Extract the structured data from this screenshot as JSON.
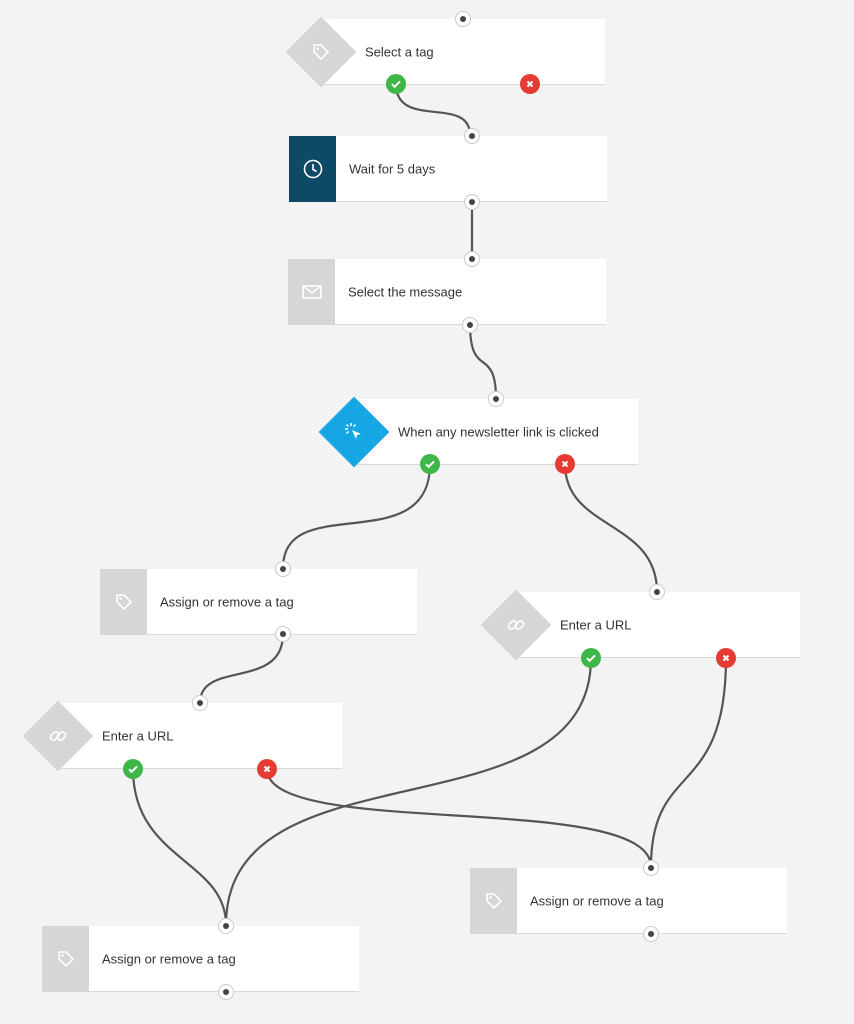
{
  "workflow": {
    "nodes": [
      {
        "id": "select-tag",
        "label": "Select a tag",
        "icon": "tag-icon",
        "shape": "diamond",
        "color": "#d6d6d6"
      },
      {
        "id": "wait",
        "label": "Wait for 5 days",
        "icon": "clock-icon",
        "shape": "square",
        "color": "#0e4a66"
      },
      {
        "id": "select-message",
        "label": "Select the message",
        "icon": "envelope-icon",
        "shape": "square",
        "color": "#d6d6d6"
      },
      {
        "id": "link-clicked",
        "label": "When any newsletter link is clicked",
        "icon": "cursor-click-icon",
        "shape": "diamond",
        "color": "#15a6e3"
      },
      {
        "id": "assign-tag-1",
        "label": "Assign or remove a tag",
        "icon": "tag-icon",
        "shape": "square",
        "color": "#d6d6d6"
      },
      {
        "id": "enter-url-right",
        "label": "Enter a URL",
        "icon": "link-icon",
        "shape": "diamond",
        "color": "#d6d6d6"
      },
      {
        "id": "enter-url-left",
        "label": "Enter a URL",
        "icon": "link-icon",
        "shape": "diamond",
        "color": "#d6d6d6"
      },
      {
        "id": "assign-tag-right",
        "label": "Assign or remove a tag",
        "icon": "tag-icon",
        "shape": "square",
        "color": "#d6d6d6"
      },
      {
        "id": "assign-tag-bottom",
        "label": "Assign or remove a tag",
        "icon": "tag-icon",
        "shape": "square",
        "color": "#d6d6d6"
      }
    ],
    "connections": [
      {
        "from": "select-tag",
        "branch": "yes",
        "to": "wait"
      },
      {
        "from": "wait",
        "branch": "next",
        "to": "select-message"
      },
      {
        "from": "select-message",
        "branch": "next",
        "to": "link-clicked"
      },
      {
        "from": "link-clicked",
        "branch": "yes",
        "to": "assign-tag-1"
      },
      {
        "from": "link-clicked",
        "branch": "no",
        "to": "enter-url-right"
      },
      {
        "from": "assign-tag-1",
        "branch": "next",
        "to": "enter-url-left"
      },
      {
        "from": "enter-url-left",
        "branch": "yes",
        "to": "assign-tag-bottom"
      },
      {
        "from": "enter-url-left",
        "branch": "no",
        "to": "assign-tag-right"
      },
      {
        "from": "enter-url-right",
        "branch": "yes",
        "to": "assign-tag-bottom"
      },
      {
        "from": "enter-url-right",
        "branch": "no",
        "to": "assign-tag-right"
      }
    ],
    "colors": {
      "yes": "#3fb648",
      "no": "#e63a34",
      "edge": "#555555"
    }
  }
}
